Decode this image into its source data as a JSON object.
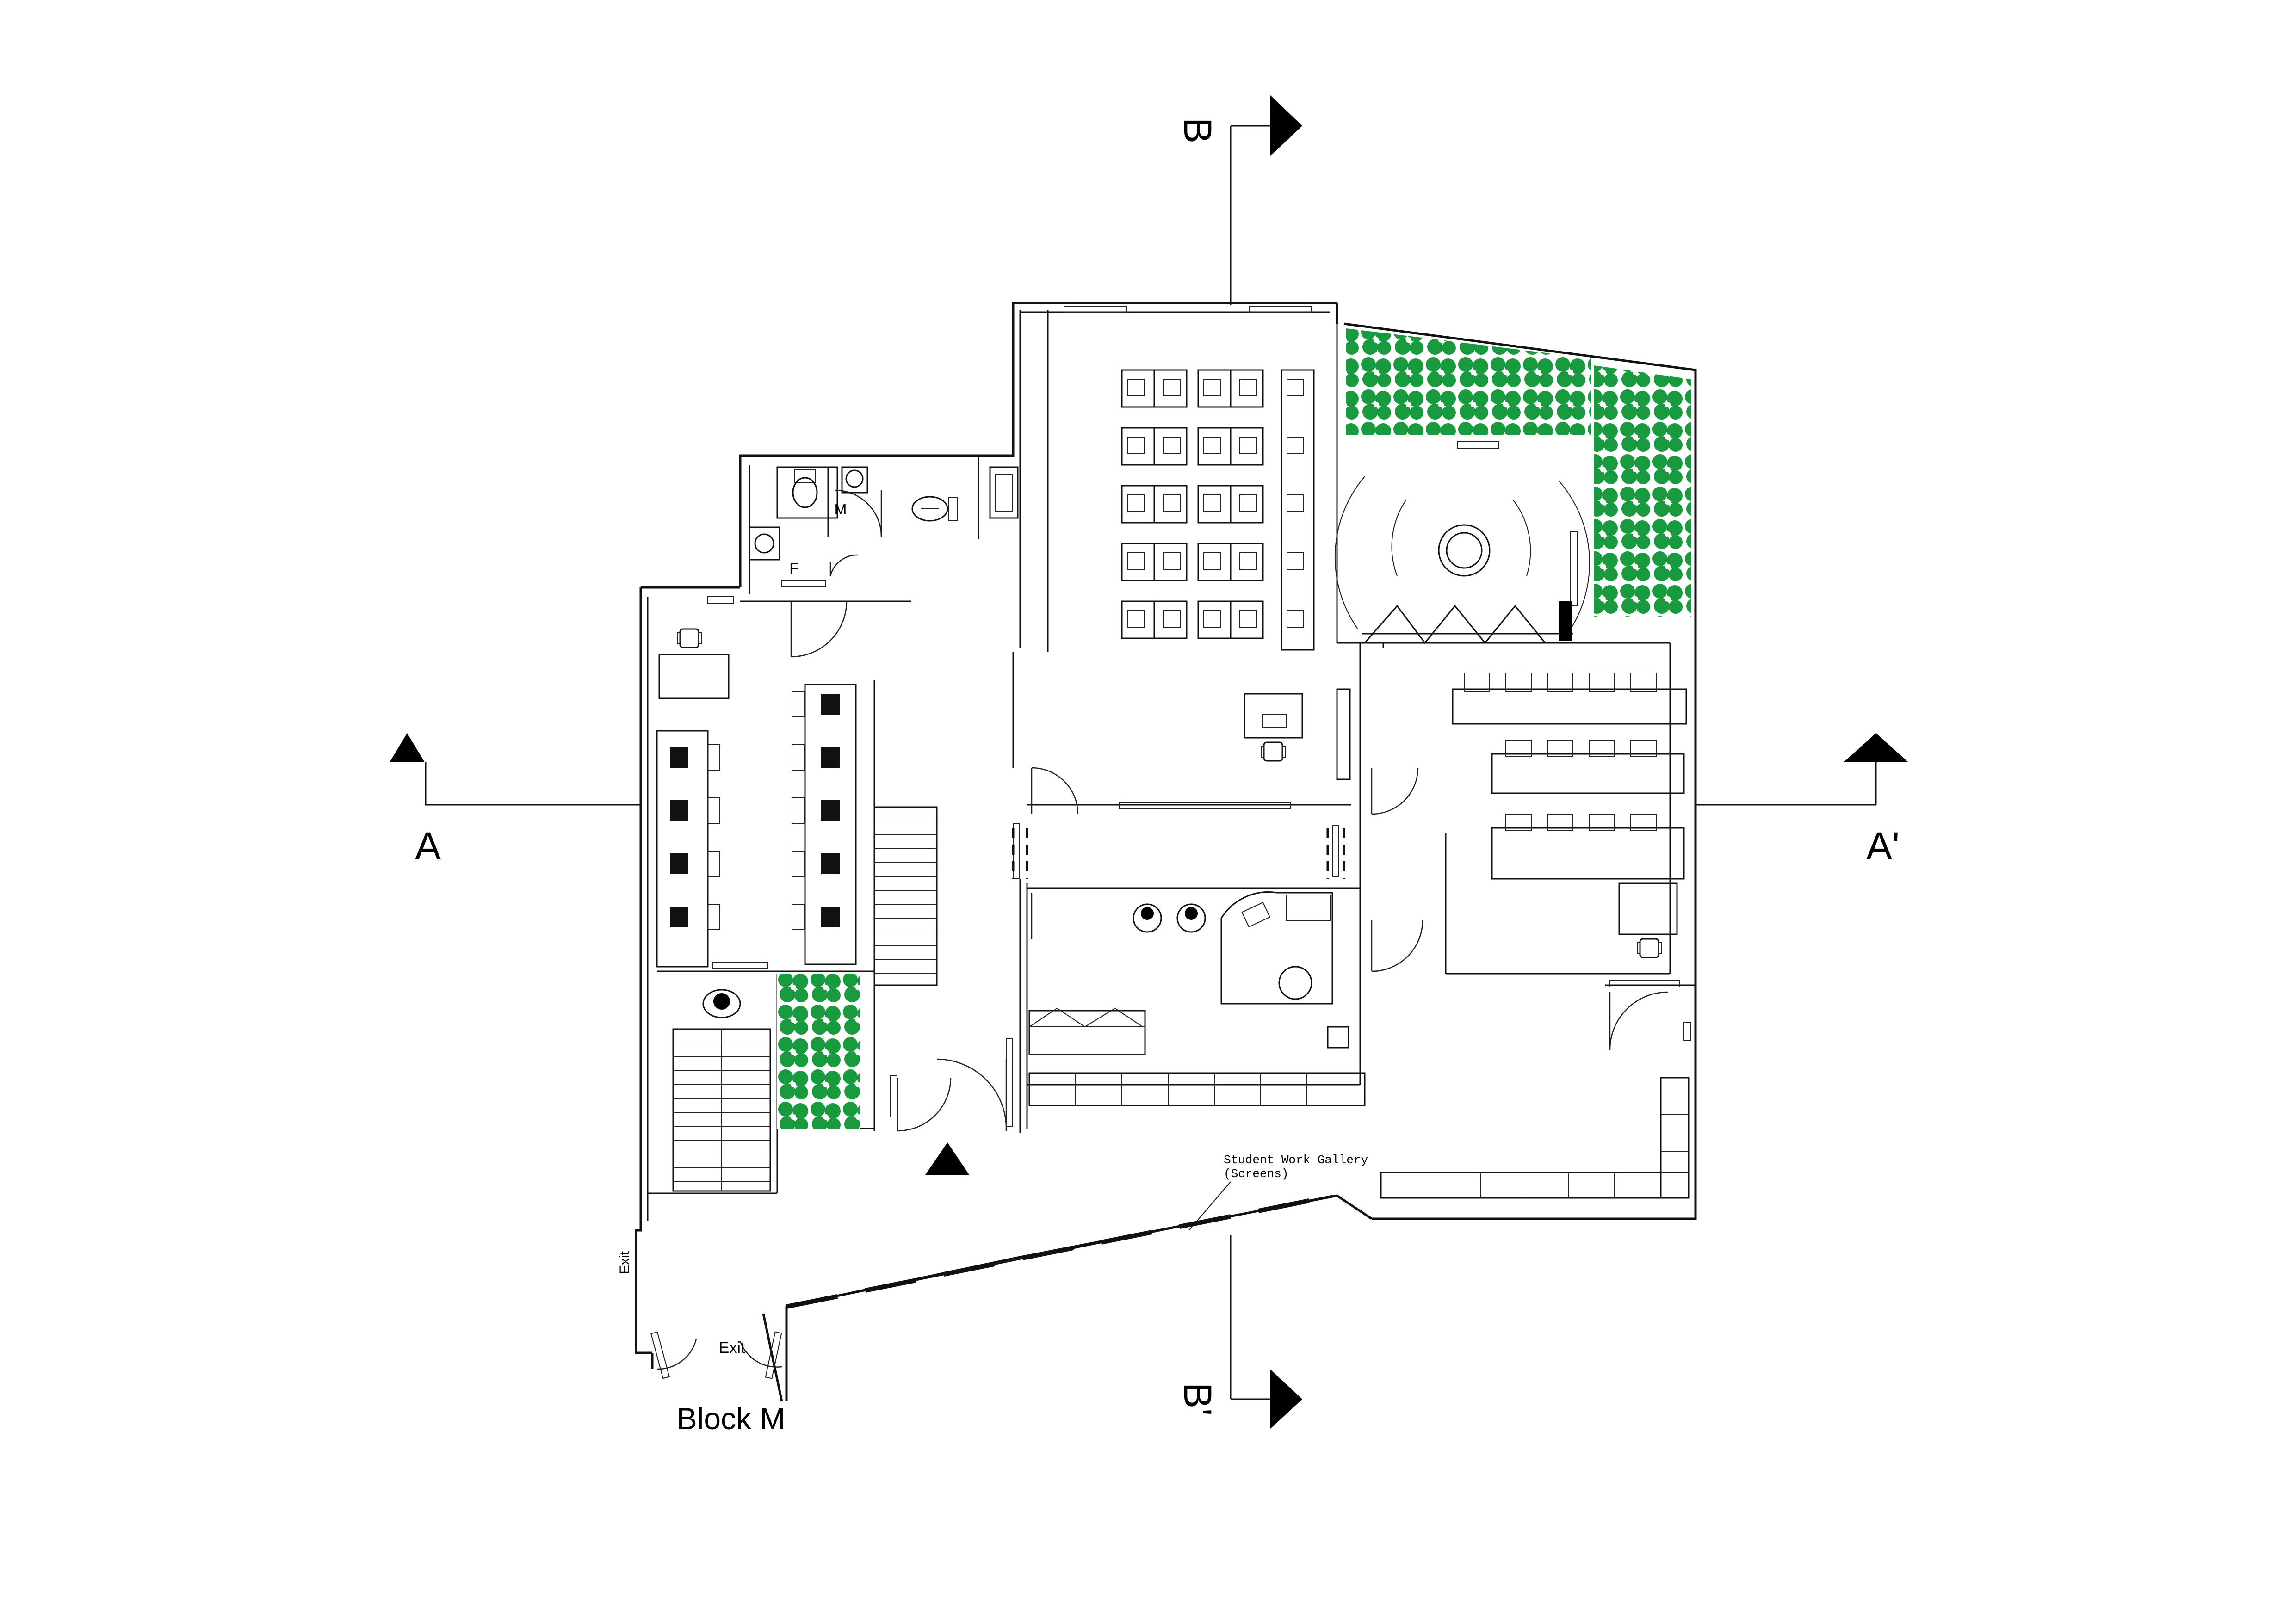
{
  "section_markers": {
    "a_left": "A",
    "a_right": "A'",
    "b_top": "B",
    "b_bottom": "B'"
  },
  "labels": {
    "block": "Block M",
    "exit_vertical": "Exit",
    "exit_bottom": "Exit",
    "toilet_male": "M",
    "toilet_female": "F",
    "gallery_line1": "Student Work Gallery",
    "gallery_line2": "(Screens)"
  },
  "colors": {
    "walls": "#111111",
    "planting": "#1a9a3e",
    "background": "#ffffff"
  }
}
